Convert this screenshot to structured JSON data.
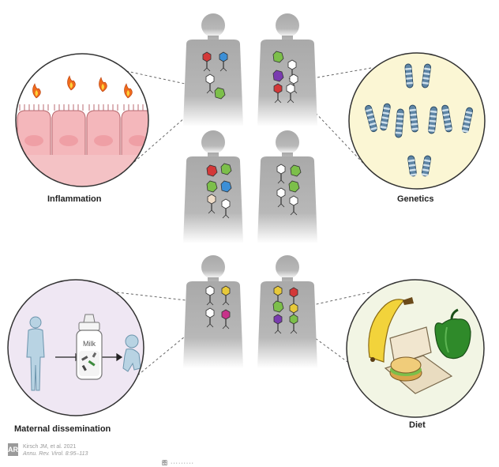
{
  "labels": {
    "inflammation": "Inflammation",
    "genetics": "Genetics",
    "maternal": "Maternal dissemination",
    "diet": "Diet"
  },
  "bottle_text": "Milk",
  "citation": {
    "logo": "AR",
    "authors": "Kirsch JM, et al. 2021",
    "journal": "Annu. Rev. Virol. 8:95–113"
  },
  "caption": "图  ·········",
  "colors": {
    "silhouette": "#aeaeae",
    "inflammation_bg": "#fbe3e5",
    "genetics_bg": "#fbf6d4",
    "maternal_bg": "#efe7f3",
    "diet_bg": "#f2f5e4",
    "phage_red": "#d33838",
    "phage_blue": "#3c8fd6",
    "phage_green": "#7cbf4a",
    "phage_purple": "#7a3bb0",
    "phage_magenta": "#c8328a",
    "phage_yellow": "#e7c93a"
  }
}
